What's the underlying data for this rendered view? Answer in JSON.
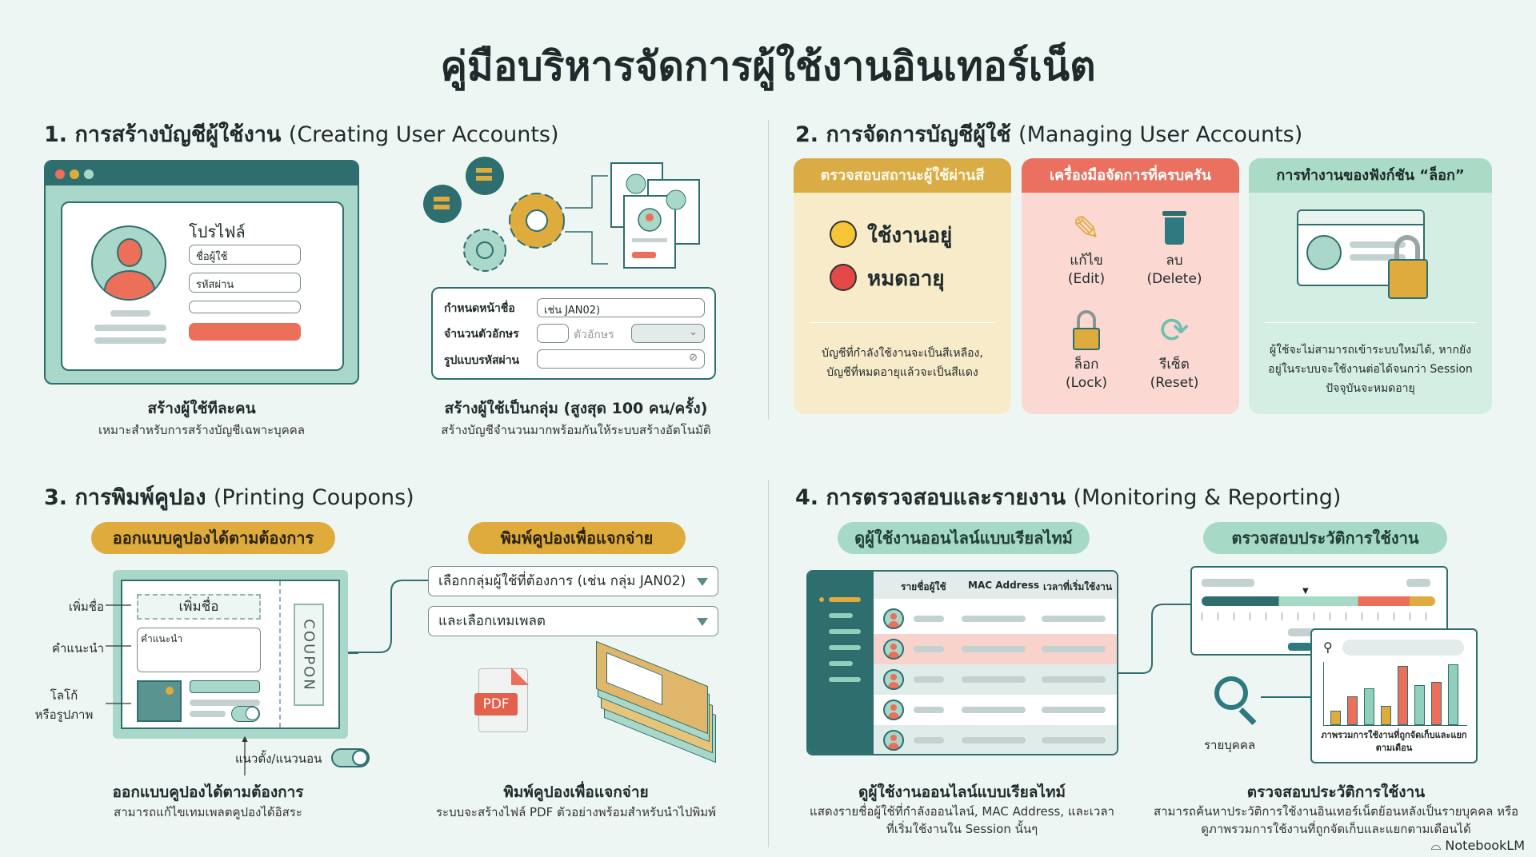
{
  "title": "คู่มือบริหารจัดการผู้ใช้งานอินเทอร์เน็ต",
  "colors": {
    "teal": "#2e6e6e",
    "mint": "#a7dac6",
    "coral": "#ec6f5a",
    "gold": "#dfab3c",
    "background": "#eef6f4"
  },
  "section1": {
    "heading_th": "1. การสร้างบัญชีผู้ใช้งาน",
    "heading_en": "(Creating User Accounts)",
    "profile_title": "โปรไฟล์",
    "username_placeholder": "ชื่อผู้ใช้",
    "password_placeholder": "รหัสผ่าน",
    "single_caption": "สร้างผู้ใช้ทีละคน",
    "single_sub": "เหมาะสำหรับการสร้างบัญชีเฉพาะบุคคล",
    "form": {
      "prefix_label": "กำหนดหน้าชื่อ",
      "prefix_value": "เช่น JAN02)",
      "length_label": "จำนวนตัวอักษร",
      "length_unit": "ตัวอักษร",
      "pattern_label": "รูปแบบรหัสผ่าน"
    },
    "group_caption": "สร้างผู้ใช้เป็นกลุ่ม (สูงสุด 100 คน/ครั้ง)",
    "group_sub": "สร้างบัญชีจำนวนมากพร้อมกันให้ระบบสร้างอัตโนมัติ"
  },
  "section2": {
    "heading_th": "2. การจัดการบัญชีผู้ใช้",
    "heading_en": "(Managing User Accounts)",
    "status_panel": {
      "header": "ตรวจสอบสถานะผู้ใช้ผ่านสี",
      "active": "ใช้งานอยู่",
      "expired": "หมดอายุ",
      "note": "บัญชีที่กำลังใช้งานจะเป็นสีเหลือง, บัญชีที่หมดอายุแล้วจะเป็นสีแดง"
    },
    "tools_panel": {
      "header": "เครื่องมือจัดการที่ครบครัน",
      "tools": [
        {
          "th": "แก้ไข",
          "en": "(Edit)",
          "icon": "pencil-icon"
        },
        {
          "th": "ลบ",
          "en": "(Delete)",
          "icon": "trash-icon"
        },
        {
          "th": "ล็อก",
          "en": "(Lock)",
          "icon": "lock-icon"
        },
        {
          "th": "รีเซ็ต",
          "en": "(Reset)",
          "icon": "refresh-icon"
        }
      ]
    },
    "lock_panel": {
      "header": "การทำงานของฟังก์ชัน “ล็อก”",
      "note": "ผู้ใช้จะไม่สามารถเข้าระบบใหม่ได้, หากยังอยู่ในระบบจะใช้งานต่อได้จนกว่า Session ปัจจุบันจะหมดอายุ"
    }
  },
  "section3": {
    "heading_th": "3. การพิมพ์คูปอง",
    "heading_en": "(Printing Coupons)",
    "design_pill": "ออกแบบคูปองได้ตามต้องการ",
    "print_pill": "พิมพ์คูปองเพื่อแจกจ่าย",
    "labels": {
      "add_name": "เพิ่มชื่อ",
      "instructions": "คำแนะนำ",
      "logo": "โลโก้\nหรือรูปภาพ",
      "orientation": "แนวตั้ง/แนวนอน"
    },
    "coupon": {
      "name_field": "เพิ่มชื่อ",
      "instructions_field": "คำแนะนำ",
      "stub": "COUPON"
    },
    "group_select": "เลือกกลุ่มผู้ใช้ที่ต้องการ (เช่น กลุ่ม JAN02)",
    "template_select": "และเลือกเทมเพลต",
    "pdf_badge": "PDF",
    "design_caption": "ออกแบบคูปองได้ตามต้องการ",
    "design_sub": "สามารถแก้ไขเทมเพลตคูปองได้อิสระ",
    "print_caption": "พิมพ์คูปองเพื่อแจกจ่าย",
    "print_sub": "ระบบจะสร้างไฟล์ PDF ตัวอย่างพร้อมสำหรับนำไปพิมพ์"
  },
  "section4": {
    "heading_th": "4. การตรวจสอบและรายงาน",
    "heading_en": "(Monitoring & Reporting)",
    "realtime_pill": "ดูผู้ใช้งานออนไลน์แบบเรียลไทม์",
    "history_pill": "ตรวจสอบประวัติการใช้งาน",
    "table_headers": [
      "รายชื่อผู้ใช้",
      "MAC Address",
      "เวลาที่เริ่มใช้งาน"
    ],
    "individual_label": "รายบุคคล",
    "chart_label": "ภาพรวมการใช้งานที่ถูกจัดเก็บและแยกตามเดือน",
    "chart_bars": [
      {
        "value": 22,
        "color": "#dfab3c"
      },
      {
        "value": 45,
        "color": "#ec6f5a"
      },
      {
        "value": 58,
        "color": "#8fcfbb"
      },
      {
        "value": 30,
        "color": "#dfab3c"
      },
      {
        "value": 92,
        "color": "#ec6f5a"
      },
      {
        "value": 62,
        "color": "#8fcfbb"
      },
      {
        "value": 68,
        "color": "#ec6f5a"
      },
      {
        "value": 95,
        "color": "#8fcfbb"
      }
    ],
    "realtime_caption": "ดูผู้ใช้งานออนไลน์แบบเรียลไทม์",
    "realtime_sub": "แสดงรายชื่อผู้ใช้ที่กำลังออนไลน์, MAC Address, และเวลาที่เริ่มใช้งานใน Session นั้นๆ",
    "history_caption": "ตรวจสอบประวัติการใช้งาน",
    "history_sub": "สามารถค้นหาประวัติการใช้งานอินเทอร์เน็ตย้อนหลังเป็นรายบุคคล หรือดูภาพรวมการใช้งานที่ถูกจัดเก็บและแยกตามเดือนได้"
  },
  "brand": "NotebookLM"
}
